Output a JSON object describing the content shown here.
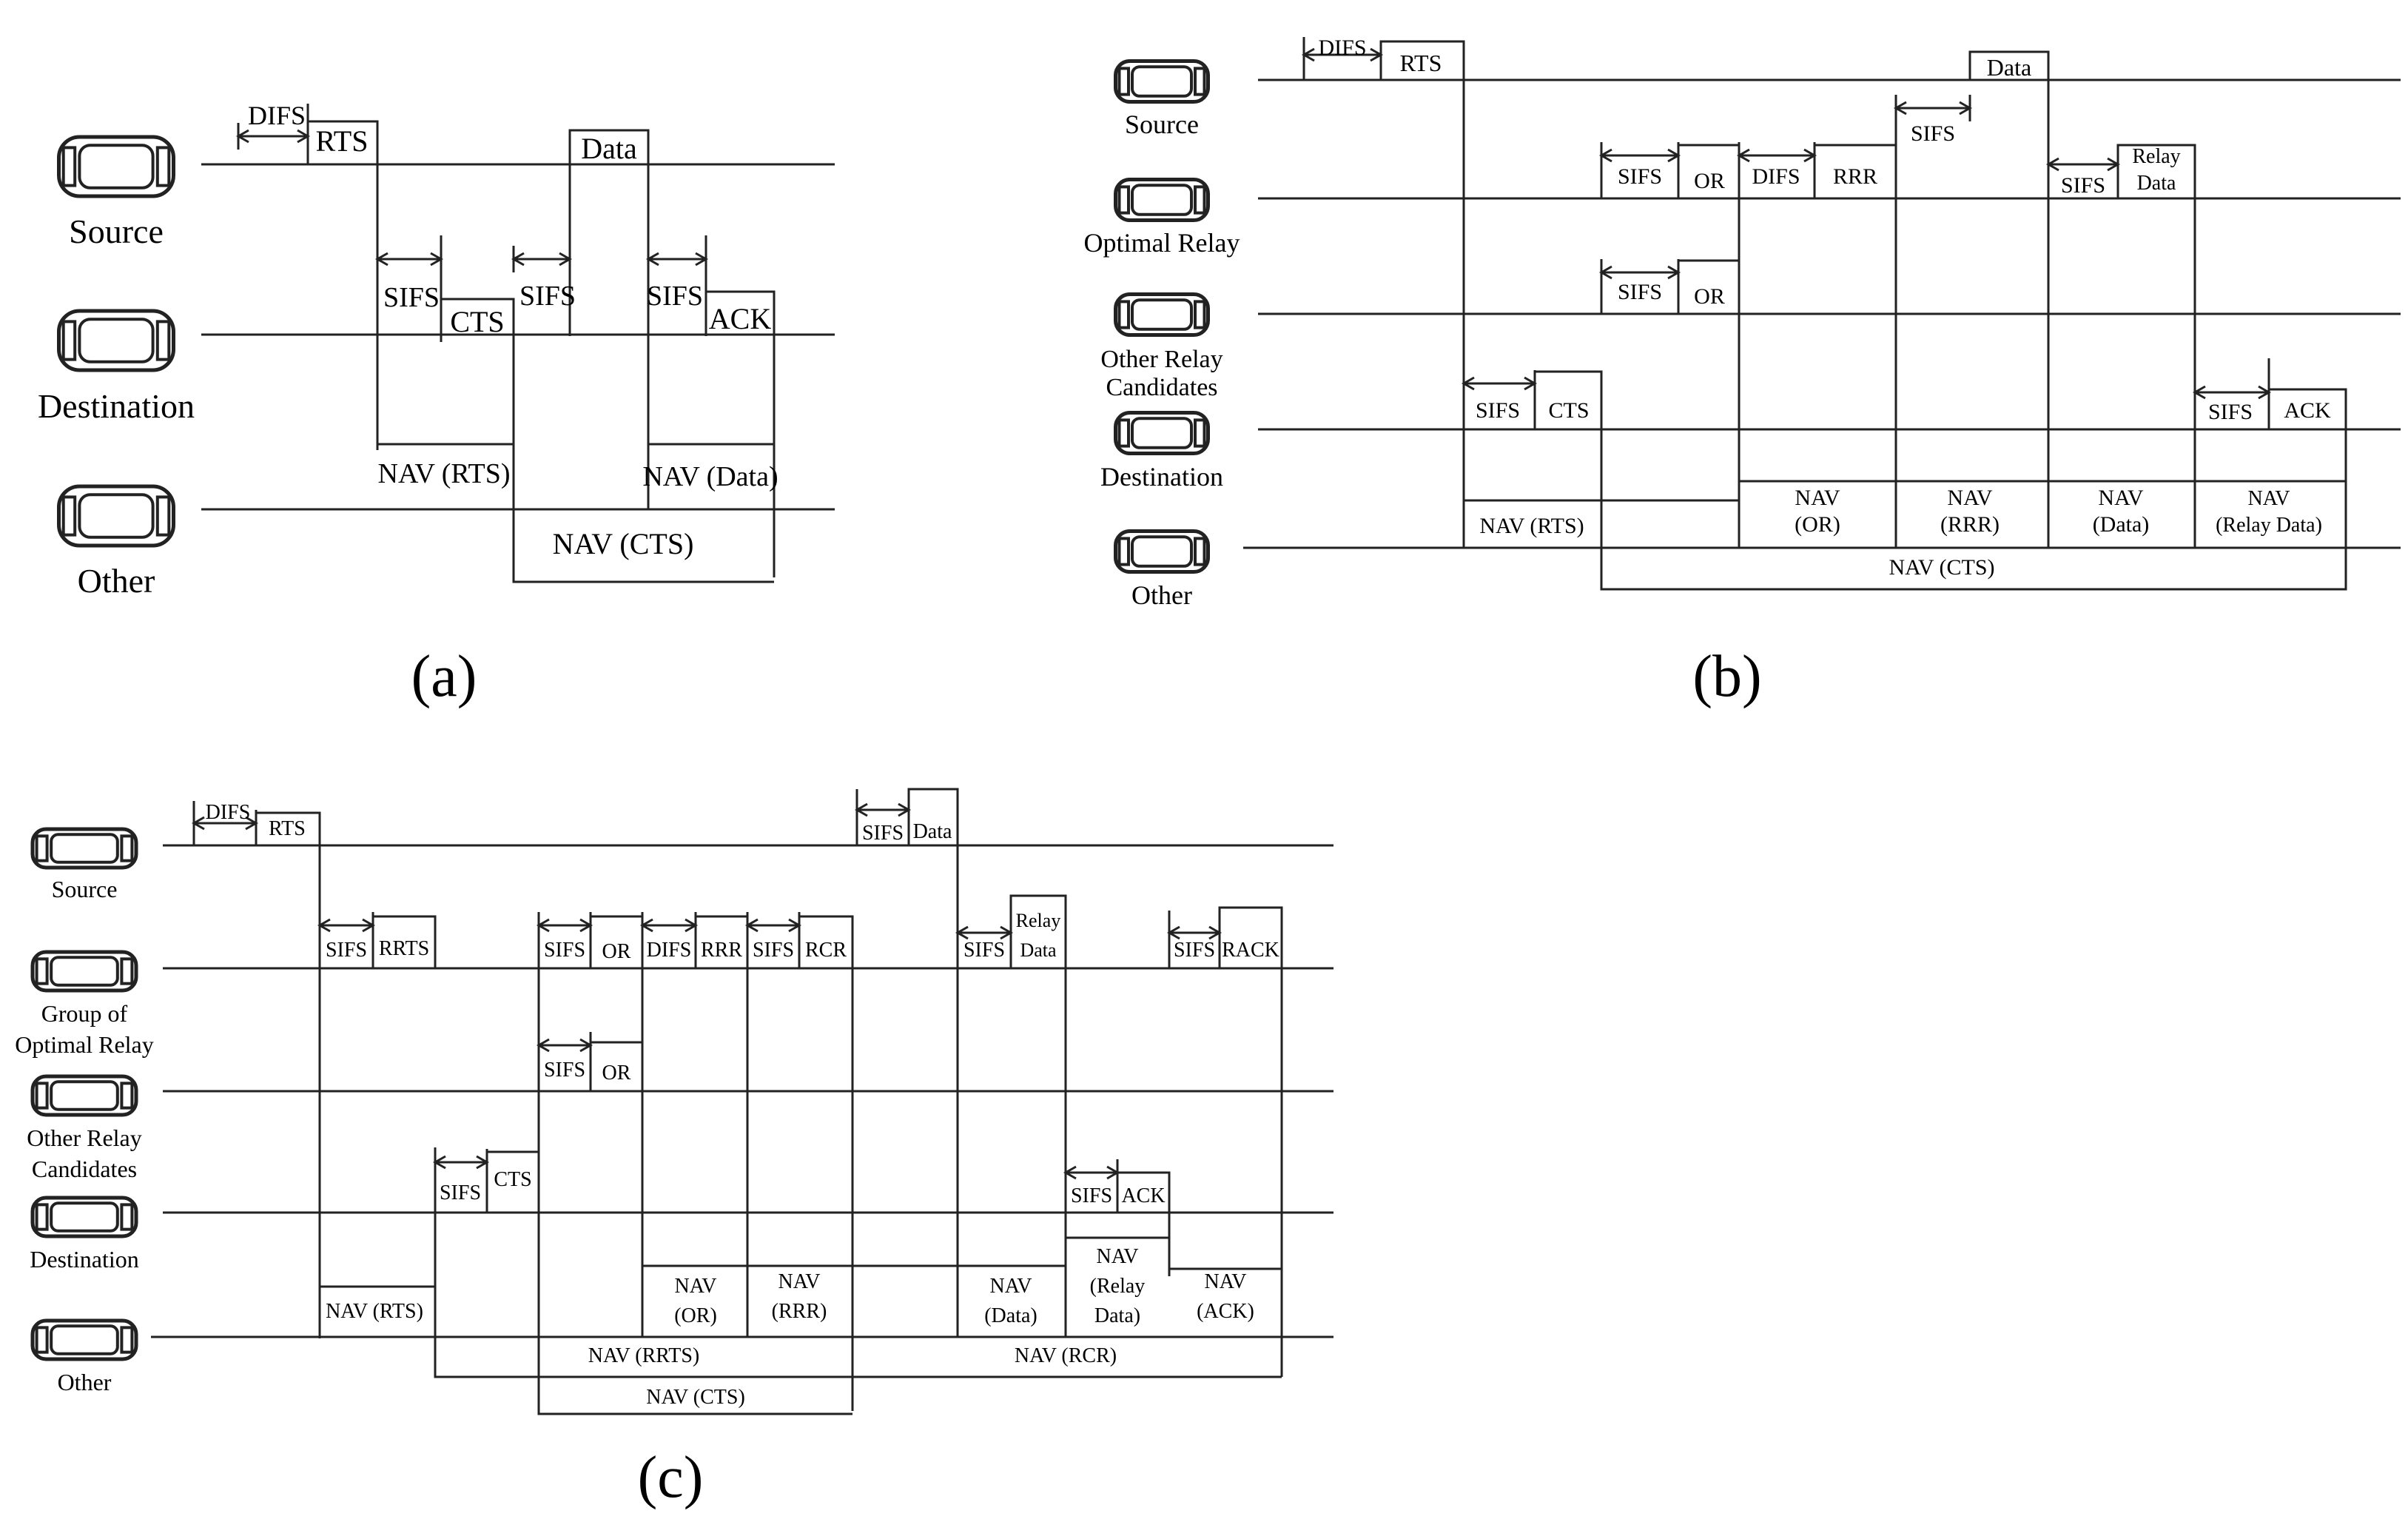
{
  "figures": [
    {
      "id": "a",
      "caption": "(a)",
      "rows": [
        "Source",
        "Destination",
        "Other"
      ],
      "labels": [
        "DIFS",
        "RTS",
        "Data",
        "SIFS",
        "CTS",
        "SIFS",
        "SIFS",
        "ACK",
        "NAV (RTS)",
        "NAV (Data)",
        "NAV (CTS)"
      ]
    },
    {
      "id": "b",
      "caption": "(b)",
      "rows": [
        "Source",
        "Optimal Relay",
        "Other Relay Candidates",
        "Destination",
        "Other"
      ],
      "labels": [
        "DIFS",
        "RTS",
        "Data",
        "SIFS",
        "SIFS",
        "OR",
        "DIFS",
        "RRR",
        "SIFS",
        "Relay Data",
        "SIFS",
        "OR",
        "SIFS",
        "CTS",
        "SIFS",
        "ACK",
        "NAV (RTS)",
        "NAV (OR)",
        "NAV (RRR)",
        "NAV (Data)",
        "NAV (Relay Data)",
        "NAV (CTS)"
      ]
    },
    {
      "id": "c",
      "caption": "(c)",
      "rows": [
        "Source",
        "Group of Optimal Relay",
        "Other Relay Candidates",
        "Destination",
        "Other"
      ],
      "labels": [
        "DIFS",
        "RTS",
        "SIFS",
        "Data",
        "SIFS",
        "RRTS",
        "SIFS",
        "OR",
        "DIFS",
        "RRR",
        "SIFS",
        "RCR",
        "SIFS",
        "Relay Data",
        "SIFS",
        "RACK",
        "SIFS",
        "OR",
        "SIFS",
        "CTS",
        "SIFS",
        "ACK",
        "NAV (RTS)",
        "NAV (OR)",
        "NAV (RRR)",
        "NAV (Data)",
        "NAV (Relay Data)",
        "NAV (ACK)",
        "NAV (RRTS)",
        "NAV (RCR)",
        "NAV (CTS)"
      ]
    }
  ]
}
